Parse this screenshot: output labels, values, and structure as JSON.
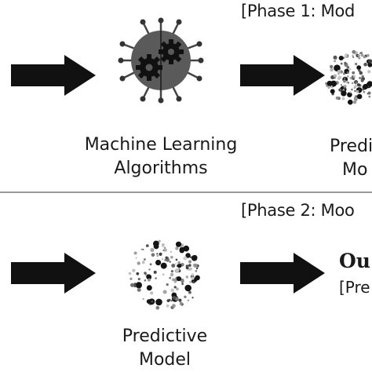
{
  "phase1": {
    "label": "[Phase 1: Mod",
    "caption_line1": "Machine Learning",
    "caption_line2": "Algorithms",
    "model_caption_line1": "Predic",
    "model_caption_line2": "Mo"
  },
  "phase2": {
    "label": "[Phase 2: Moo",
    "caption_line1": "Predictive",
    "caption_line2": "Model",
    "output_title": "Ou",
    "output_subtitle": "[Pre"
  },
  "icons": [
    "arrow-right-icon",
    "ml-gears-chip-icon",
    "predictive-model-dots-icon"
  ],
  "colors": {
    "ink": "#1a1a1a",
    "divider": "#9a9a9a",
    "chip": "#555555"
  }
}
